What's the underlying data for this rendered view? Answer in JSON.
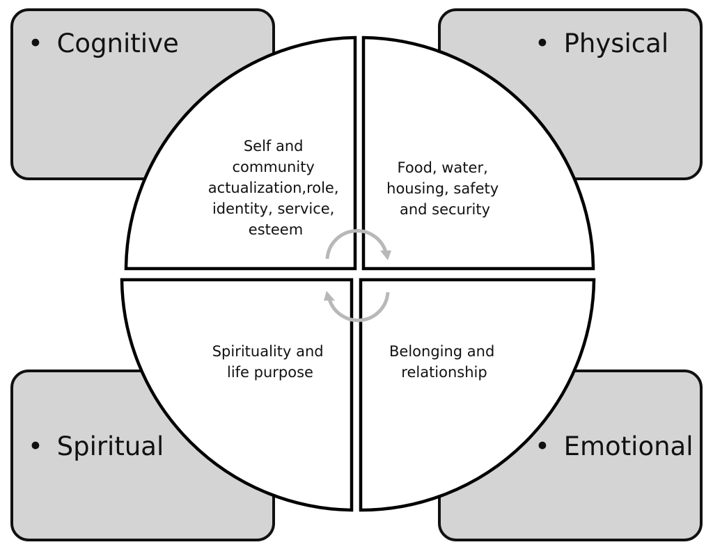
{
  "diagram": {
    "corners": {
      "top_left": {
        "bullet": "•",
        "label": "Cognitive"
      },
      "top_right": {
        "bullet": "•",
        "label": "Physical"
      },
      "bottom_left": {
        "bullet": "•",
        "label": "Spiritual"
      },
      "bottom_right": {
        "bullet": "•",
        "label": "Emotional"
      }
    },
    "quadrants": {
      "top_left": {
        "lines": [
          "Self and",
          "community",
          "actualization,role,",
          "identity, service,",
          "esteem"
        ]
      },
      "top_right": {
        "lines": [
          "Food, water,",
          "housing, safety",
          "and security"
        ]
      },
      "bottom_left": {
        "lines": [
          "Spirituality and",
          "life purpose"
        ]
      },
      "bottom_right": {
        "lines": [
          "Belonging and",
          "relationship"
        ]
      }
    },
    "colors": {
      "box_fill": "#d4d4d4",
      "quadrant_fill": "#ffffff",
      "outline": "#000000",
      "cycle_arrow": "#b8b8b8"
    }
  }
}
